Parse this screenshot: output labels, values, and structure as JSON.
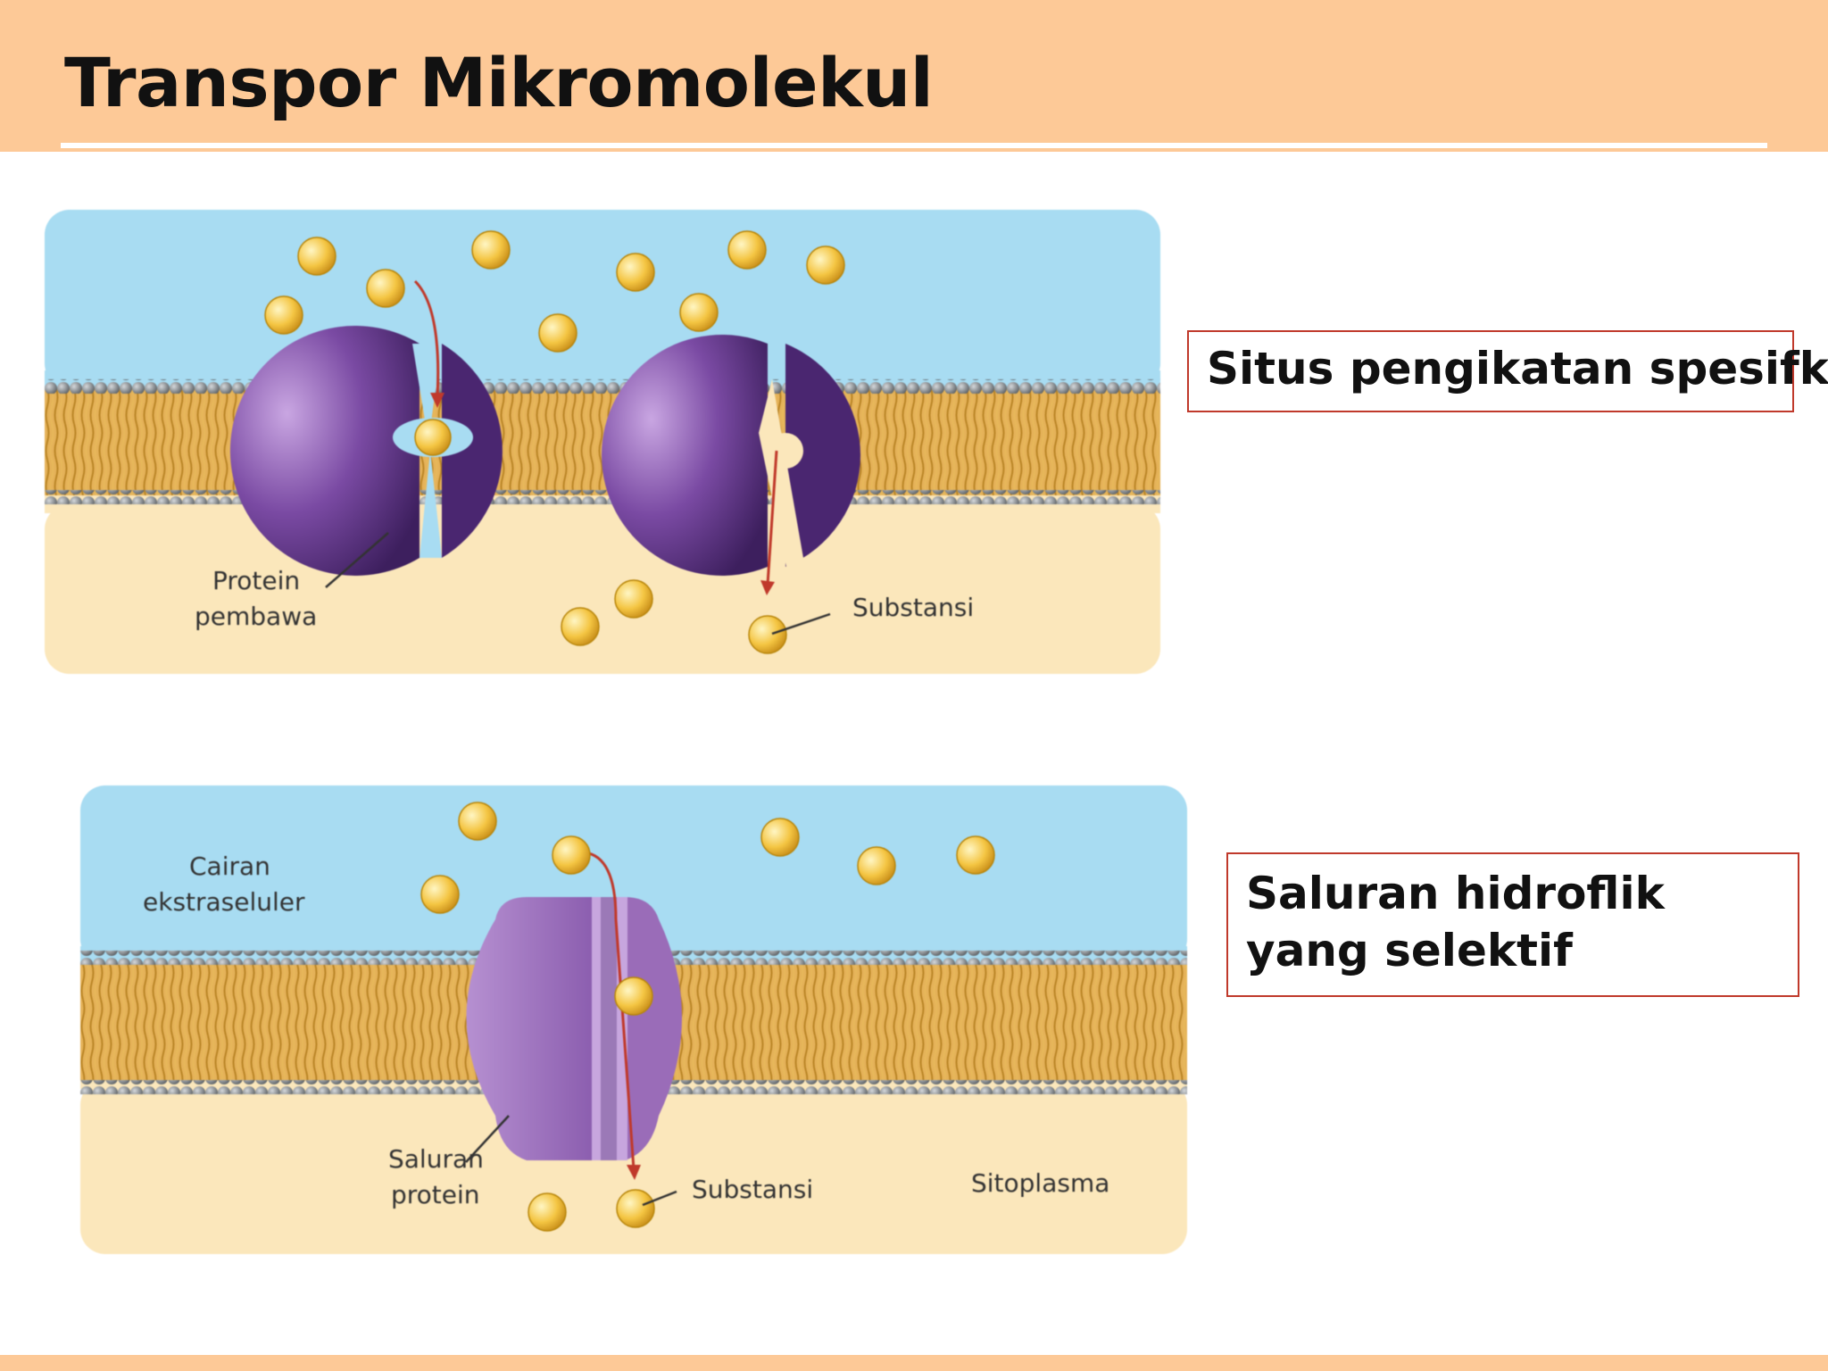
{
  "slide": {
    "title": "Transpor Mikromolekul"
  },
  "figure_carrier": {
    "protein_label_line1": "Protein",
    "protein_label_line2": "pembawa",
    "substance_label": "Substansi"
  },
  "figure_channel": {
    "ecf_label_line1": "Cairan",
    "ecf_label_line2": "ekstraseluler",
    "channel_label_line1": "Saluran",
    "channel_label_line2": "protein",
    "substance_label": "Substansi",
    "cytoplasm_label": "Sitoplasma"
  },
  "callouts": {
    "binding_site": "Situs pengikatan spesifk",
    "channel": "Saluran hidroflik yang selektif"
  },
  "colors": {
    "header": "#fdc997",
    "extracellular": "#a8dcf2",
    "cytoplasm": "#fbe7bb",
    "lipid_tail": "#d9a74a",
    "head_group": "#8a8f93",
    "carrier_protein": "#6a3f8f",
    "channel_protein": "#9a6cb8",
    "molecule": "#f4c542",
    "arrow": "#c0392b",
    "callout_border": "#c0392b"
  }
}
